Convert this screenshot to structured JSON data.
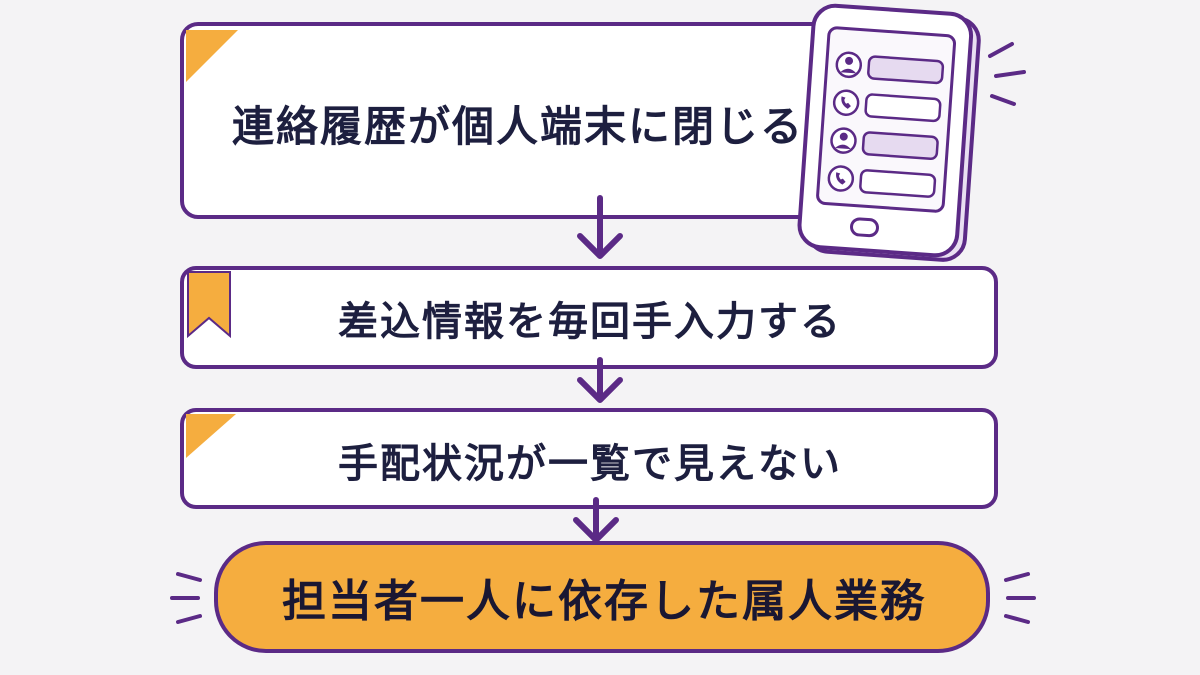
{
  "flow": {
    "step1": "連絡履歴が個人端末に閉じる",
    "step2": "差込情報を毎回手入力する",
    "step3": "手配状況が一覧で見えない",
    "result": "担当者一人に依存した属人業務"
  },
  "colors": {
    "purple": "#5b2a86",
    "orange": "#f5ad3f",
    "bubble": "#e6daf0",
    "text": "#1d1f3f"
  },
  "icons": [
    "person-icon",
    "phone-icon",
    "smartphone-icon",
    "down-arrow-icon",
    "bookmark-tab-icon"
  ]
}
